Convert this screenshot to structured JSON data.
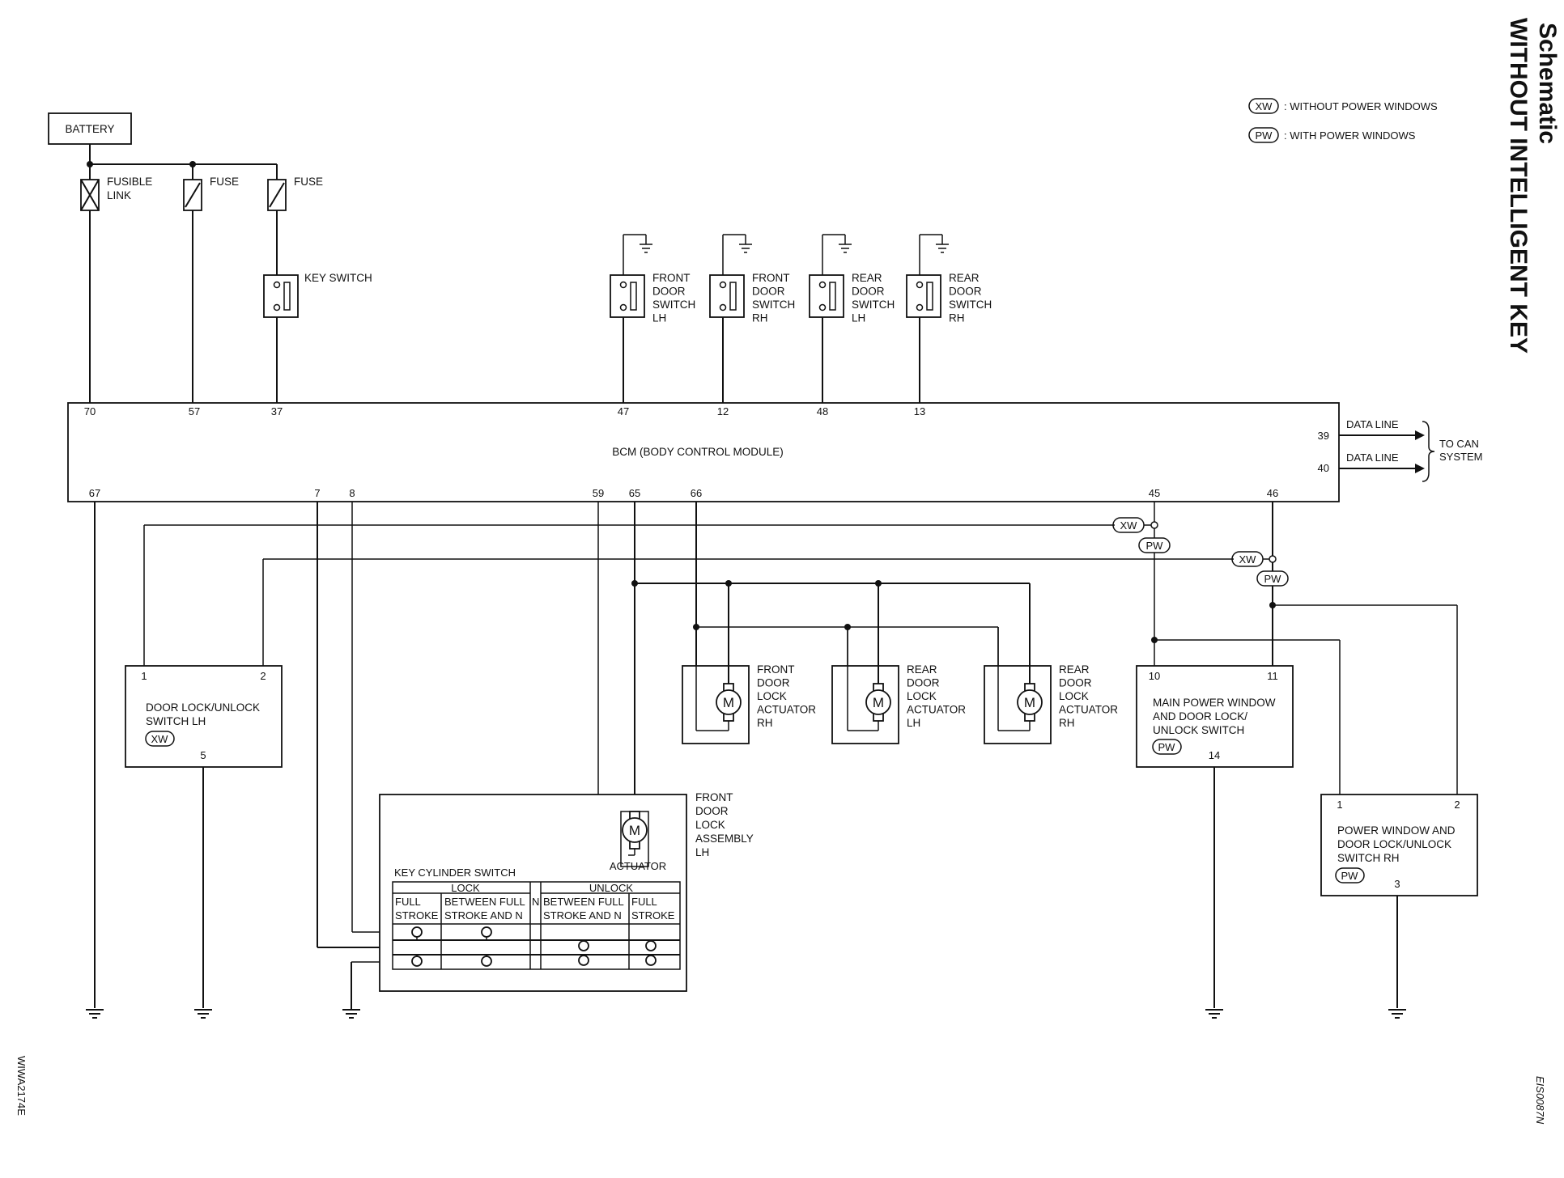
{
  "title": {
    "line1": "Schematic",
    "line2": "WITHOUT INTELLIGENT KEY"
  },
  "legend": {
    "xw_code": "XW",
    "xw_text": ": WITHOUT POWER WINDOWS",
    "pw_code": "PW",
    "pw_text": ": WITH POWER WINDOWS"
  },
  "power": {
    "battery": "BATTERY",
    "fusible_link": [
      "FUSIBLE",
      "LINK"
    ],
    "fuse_a": "FUSE",
    "fuse_b": "FUSE",
    "key_switch": "KEY SWITCH"
  },
  "door_switches": [
    {
      "lines": [
        "FRONT",
        "DOOR",
        "SWITCH",
        "LH"
      ],
      "pin": "47"
    },
    {
      "lines": [
        "FRONT",
        "DOOR",
        "SWITCH",
        "RH"
      ],
      "pin": "12"
    },
    {
      "lines": [
        "REAR",
        "DOOR",
        "SWITCH",
        "LH"
      ],
      "pin": "48"
    },
    {
      "lines": [
        "REAR",
        "DOOR",
        "SWITCH",
        "RH"
      ],
      "pin": "13"
    }
  ],
  "bcm": {
    "label": "BCM (BODY CONTROL MODULE)",
    "pins_top": [
      "70",
      "57",
      "37",
      "47",
      "12",
      "48",
      "13"
    ],
    "pins_bottom": [
      "67",
      "7",
      "8",
      "59",
      "65",
      "66",
      "45",
      "46"
    ],
    "pins_right": [
      "39",
      "40"
    ],
    "data_line": "DATA LINE",
    "data_line2": "DATA LINE",
    "can": [
      "TO CAN",
      "SYSTEM"
    ]
  },
  "door_lock_switch_lh": {
    "pin1": "1",
    "pin2": "2",
    "lines": [
      "DOOR LOCK/UNLOCK",
      "SWITCH LH"
    ],
    "tag": "XW",
    "pin5": "5"
  },
  "actuators": [
    {
      "lines": [
        "FRONT",
        "DOOR",
        "LOCK",
        "ACTUATOR",
        "RH"
      ],
      "symbol": "M"
    },
    {
      "lines": [
        "REAR",
        "DOOR",
        "LOCK",
        "ACTUATOR",
        "LH"
      ],
      "symbol": "M"
    },
    {
      "lines": [
        "REAR",
        "DOOR",
        "LOCK",
        "ACTUATOR",
        "RH"
      ],
      "symbol": "M"
    }
  ],
  "main_pw_switch": {
    "pin10": "10",
    "pin11": "11",
    "lines": [
      "MAIN POWER WINDOW",
      "AND DOOR LOCK/",
      "UNLOCK SWITCH"
    ],
    "tag": "PW",
    "pin14": "14"
  },
  "pw_switch_rh": {
    "pin1": "1",
    "pin2": "2",
    "lines": [
      "POWER WINDOW AND",
      "DOOR LOCK/UNLOCK",
      "SWITCH RH"
    ],
    "tag": "PW",
    "pin3": "3"
  },
  "splice_tags": {
    "xw_45": "XW",
    "pw_45": "PW",
    "xw_46": "XW",
    "pw_46": "PW"
  },
  "front_lock_assembly": {
    "lines": [
      "FRONT",
      "DOOR",
      "LOCK",
      "ASSEMBLY",
      "LH"
    ],
    "actuator": "ACTUATOR",
    "symbol": "M",
    "key_cylinder": {
      "title": "KEY CYLINDER SWITCH",
      "lock": "LOCK",
      "unlock": "UNLOCK",
      "col1": [
        "FULL",
        "STROKE"
      ],
      "col2": [
        "BETWEEN FULL",
        "STROKE AND N"
      ],
      "n": "N",
      "col3": [
        "BETWEEN FULL",
        "STROKE AND N"
      ],
      "col4": [
        "FULL",
        "STROKE"
      ]
    }
  },
  "codes": {
    "left": "WIWA2174E",
    "right": "EIS0087N"
  }
}
